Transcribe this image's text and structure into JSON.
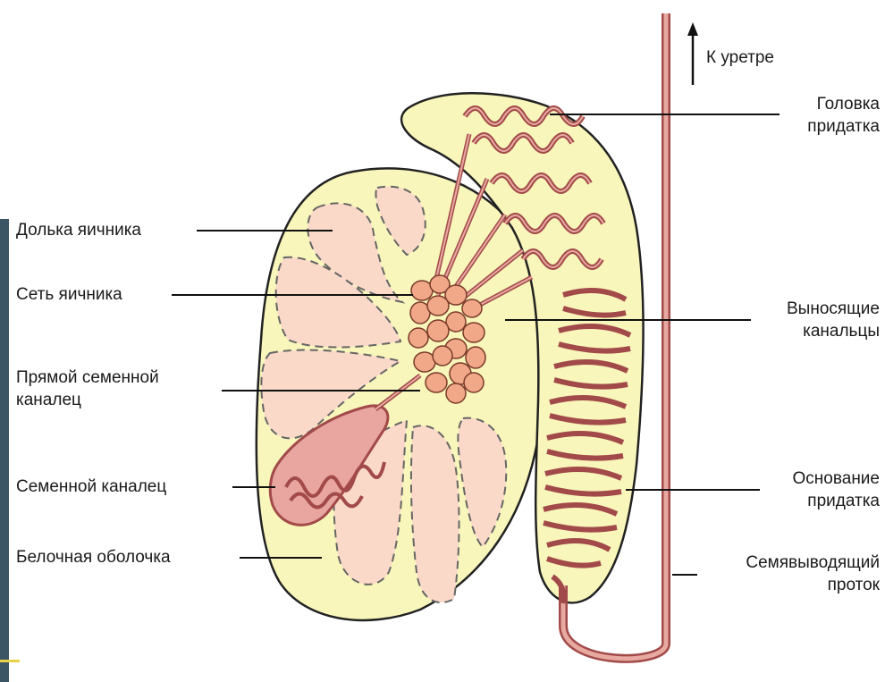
{
  "diagram": {
    "labels": {
      "to_urethra": "К уретре",
      "epididymis_head": "Головка\nпридатка",
      "lobule": "Долька яичника",
      "rete_testis": "Сеть яичника",
      "efferent_ductules": "Выносящие\nканальцы",
      "straight_tubule": "Прямой семенной\nканалец",
      "seminiferous_tubule": "Семенной каналец",
      "epididymis_base": "Основание\nпридатка",
      "tunica_albuginea": "Белочная оболочка",
      "vas_deferens": "Семявыводящий\nпроток"
    },
    "colors": {
      "background": "#ffffff",
      "organ_fill": "#f8f6ba",
      "outline": "#222222",
      "lobule_fill": "#fbd9c9",
      "lobule_dash": "#666666",
      "duct_fill": "#e8aaa0",
      "duct_stroke": "#a24a4a",
      "rete_fill": "#f0a888",
      "leader_line": "#111111",
      "edge_bar": "#3c5564",
      "edge_accent": "#e7d34a"
    }
  }
}
